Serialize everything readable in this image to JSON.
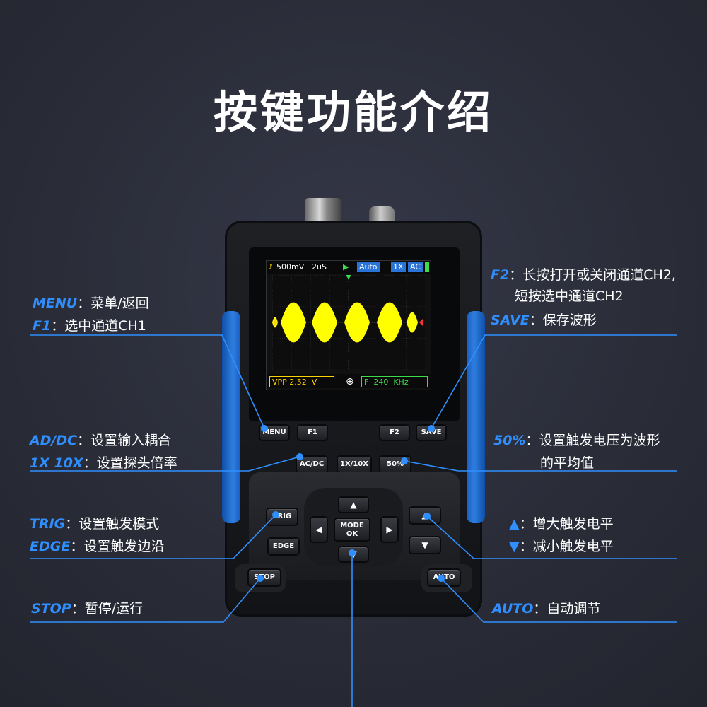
{
  "title": "按键功能介绍",
  "screen": {
    "volts_div": "500mV",
    "time_div": "2uS",
    "mode": "Auto",
    "probe": "1X",
    "coupling": "AC",
    "vpp_label": "VPP 2.52",
    "vpp_unit": "V",
    "freq_label": "F",
    "freq_value": "240",
    "freq_unit": "KHz"
  },
  "buttons": {
    "menu": "MENU",
    "f1": "F1",
    "f2": "F2",
    "save": "SAVE",
    "acdc": "AC/DC",
    "x1x10": "1X/10X",
    "fifty": "50%",
    "trig": "TRIG",
    "edge": "EDGE",
    "mode_ok_1": "MODE",
    "mode_ok_2": "OK",
    "stop": "STOP",
    "auto": "AUTO"
  },
  "annotations": {
    "menu_key": "MENU",
    "menu_desc": "：菜单/返回",
    "f1_key": "F1",
    "f1_desc": "：选中通道CH1",
    "f2_key": "F2",
    "f2_desc": "：长按打开或关闭通道CH2,",
    "f2_desc2": "短按选中通道CH2",
    "save_key": "SAVE",
    "save_desc": "：保存波形",
    "adc_key": "AD/DC",
    "adc_desc": "：设置输入耦合",
    "x_key": "1X 10X",
    "x_desc": "：设置探头倍率",
    "fifty_key": "50%",
    "fifty_desc": "：设置触发电压为波形",
    "fifty_desc2": "的平均值",
    "trig_key": "TRIG",
    "trig_desc": "：设置触发模式",
    "edge_key": "EDGE",
    "edge_desc": "：设置触发边沿",
    "up_key": "▲",
    "up_desc": "：增大触发电平",
    "down_key": "▼",
    "down_desc": "：减小触发电平",
    "stop_key": "STOP",
    "stop_desc": "：暂停/运行",
    "auto_key": "AUTO",
    "auto_desc": "：自动调节"
  },
  "colors": {
    "accent": "#2f8fff",
    "wave": "#ffff00",
    "grip": "#2f7fe0"
  }
}
